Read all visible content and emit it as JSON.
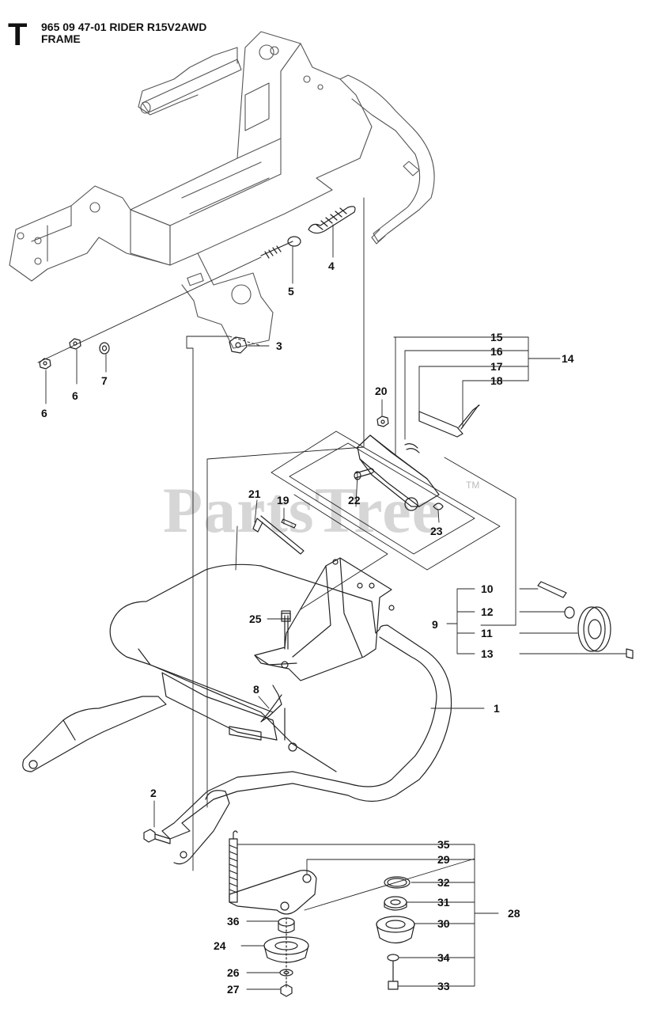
{
  "header": {
    "section_letter": "T",
    "title": "965 09 47-01 RIDER R15V2AWD",
    "subtitle": "FRAME"
  },
  "watermark": {
    "text": "PartsTree",
    "trademark": "TM"
  },
  "callouts": [
    {
      "id": "c1",
      "label": "1"
    },
    {
      "id": "c2",
      "label": "2"
    },
    {
      "id": "c3",
      "label": "3"
    },
    {
      "id": "c4",
      "label": "4"
    },
    {
      "id": "c5",
      "label": "5"
    },
    {
      "id": "c6a",
      "label": "6"
    },
    {
      "id": "c6b",
      "label": "6"
    },
    {
      "id": "c7",
      "label": "7"
    },
    {
      "id": "c8",
      "label": "8"
    },
    {
      "id": "c9",
      "label": "9"
    },
    {
      "id": "c10",
      "label": "10"
    },
    {
      "id": "c11",
      "label": "11"
    },
    {
      "id": "c12",
      "label": "12"
    },
    {
      "id": "c13",
      "label": "13"
    },
    {
      "id": "c14",
      "label": "14"
    },
    {
      "id": "c15",
      "label": "15"
    },
    {
      "id": "c16",
      "label": "16"
    },
    {
      "id": "c17",
      "label": "17"
    },
    {
      "id": "c18",
      "label": "18"
    },
    {
      "id": "c19",
      "label": "19"
    },
    {
      "id": "c20",
      "label": "20"
    },
    {
      "id": "c21",
      "label": "21"
    },
    {
      "id": "c22",
      "label": "22"
    },
    {
      "id": "c23",
      "label": "23"
    },
    {
      "id": "c24",
      "label": "24"
    },
    {
      "id": "c25",
      "label": "25"
    },
    {
      "id": "c26",
      "label": "26"
    },
    {
      "id": "c27",
      "label": "27"
    },
    {
      "id": "c28",
      "label": "28"
    },
    {
      "id": "c29",
      "label": "29"
    },
    {
      "id": "c30",
      "label": "30"
    },
    {
      "id": "c31",
      "label": "31"
    },
    {
      "id": "c32",
      "label": "32"
    },
    {
      "id": "c33",
      "label": "33"
    },
    {
      "id": "c34",
      "label": "34"
    },
    {
      "id": "c35",
      "label": "35"
    },
    {
      "id": "c36",
      "label": "36"
    }
  ]
}
